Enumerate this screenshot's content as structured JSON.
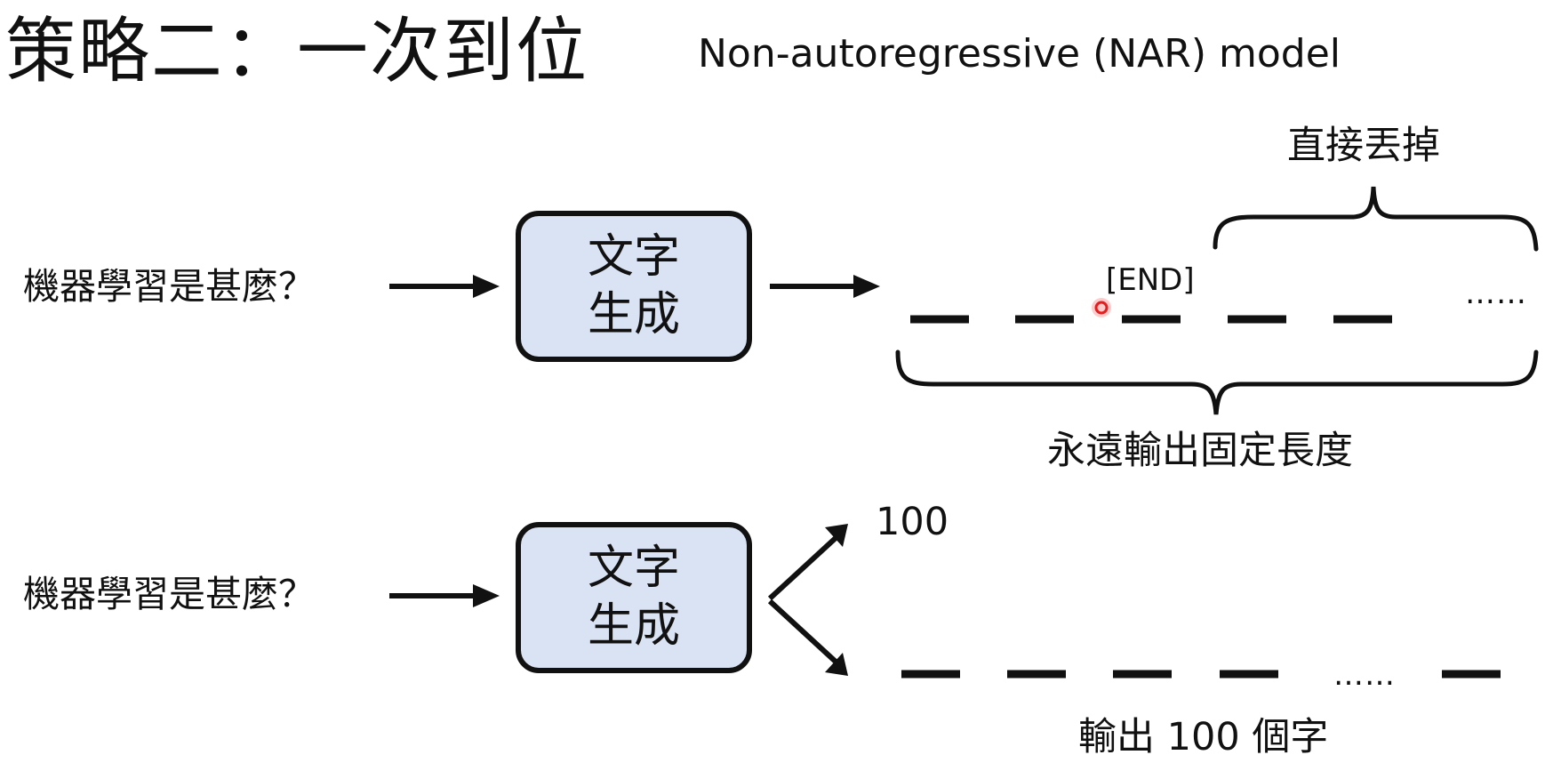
{
  "slide": {
    "title": "策略二：一次到位",
    "subtitle": "Non-autoregressive (NAR) model"
  },
  "row1": {
    "input_text": "機器學習是甚麼？",
    "box_label": "文字\n生成",
    "end_token": "[END]",
    "ellipsis": "……",
    "drop_label": "直接丟掉",
    "fixed_length_label": "永遠輸出固定長度"
  },
  "row2": {
    "input_text": "機器學習是甚麼？",
    "box_label": "文字\n生成",
    "length_prediction": "100",
    "ellipsis": "……",
    "output_label": "輸出 100 個字"
  },
  "colors": {
    "box_fill": "#dae3f3",
    "stroke": "#111111",
    "pointer": "#e02020"
  }
}
